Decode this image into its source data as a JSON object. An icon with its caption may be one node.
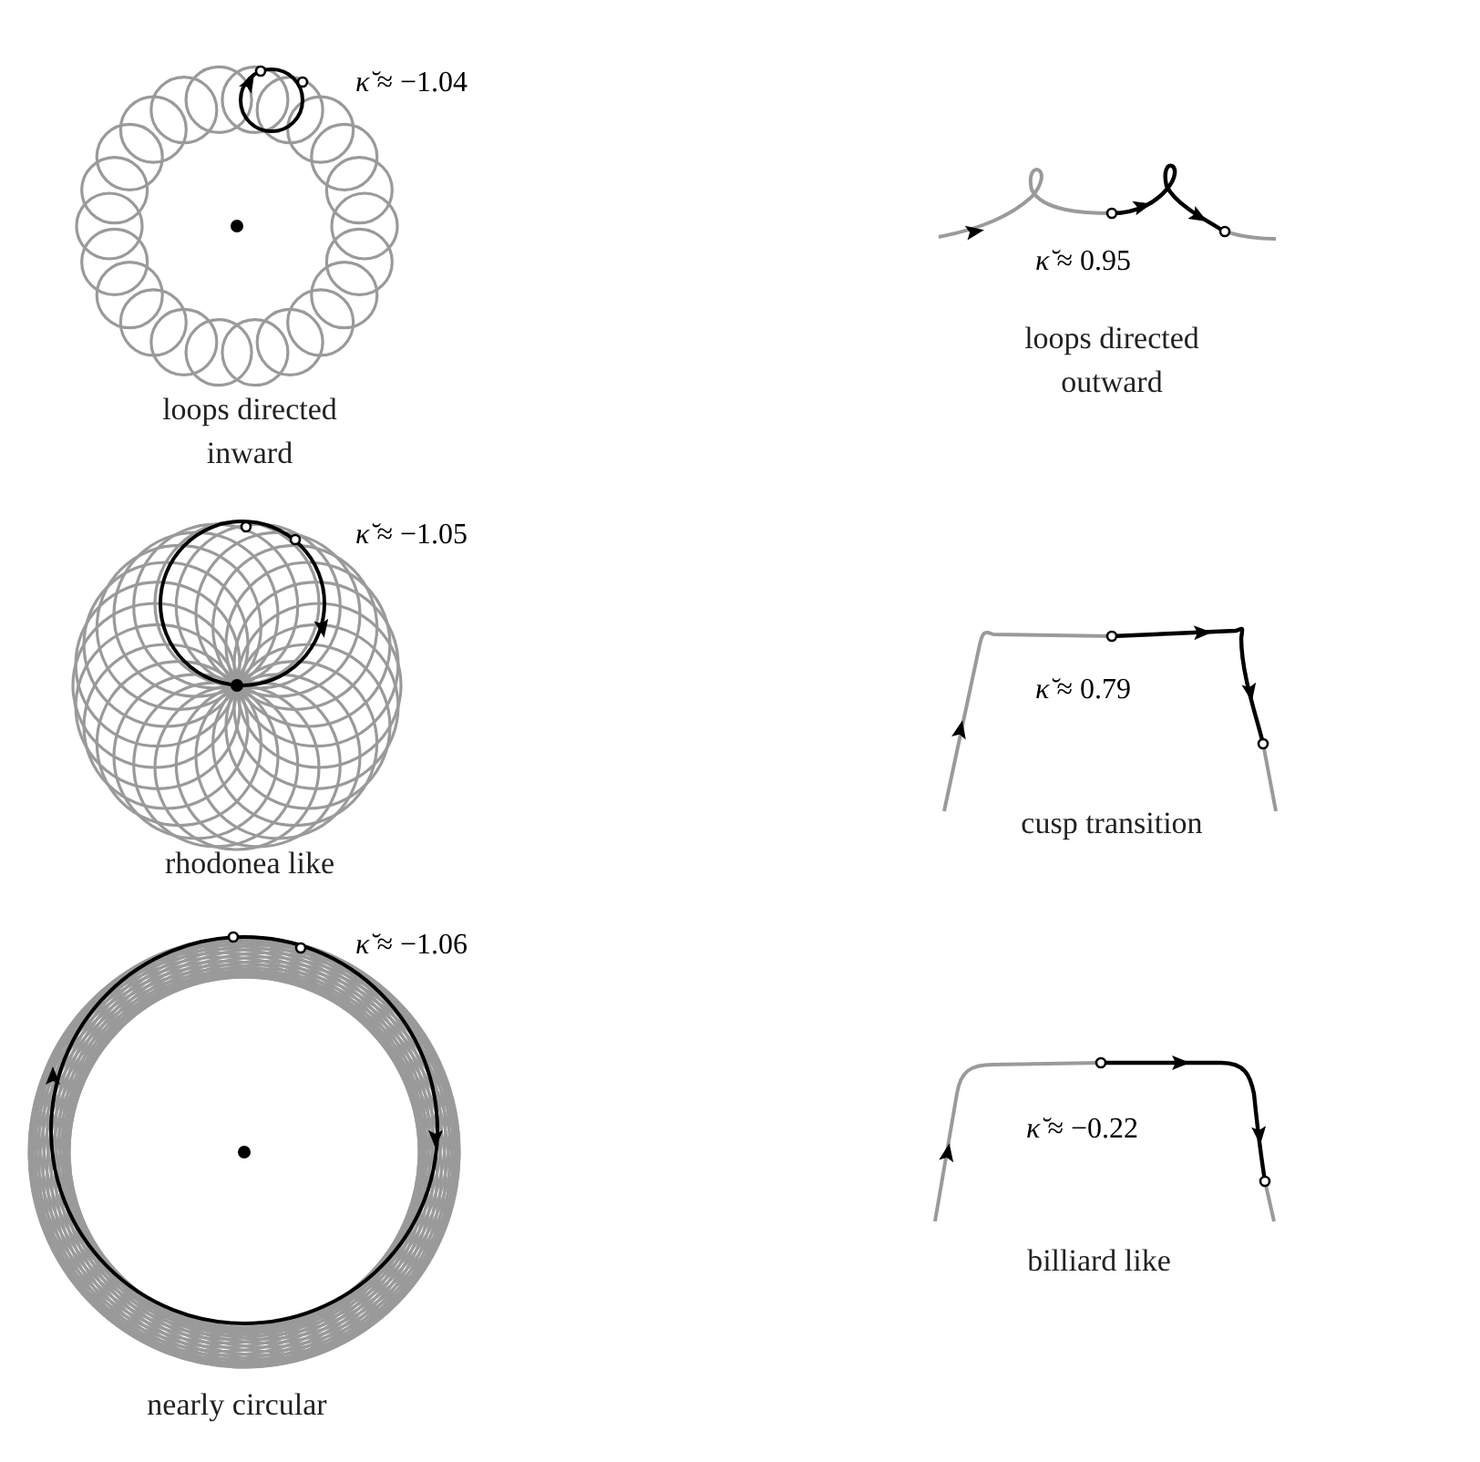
{
  "diagram": {
    "labels": [
      "*κ̆* ≈ −1.04",
      "loops directed inward",
      "*κ̆* ≈ 0.95",
      "loops directed outward",
      "*κ̆* ≈ −1.05",
      "rhodonea like",
      "*κ̆* ≈ 0.79",
      "cusp transition",
      "*κ̆* ≈ −1.06",
      "nearly circular",
      "*κ̆* ≈ −0.22",
      "billiard like"
    ]
  }
}
